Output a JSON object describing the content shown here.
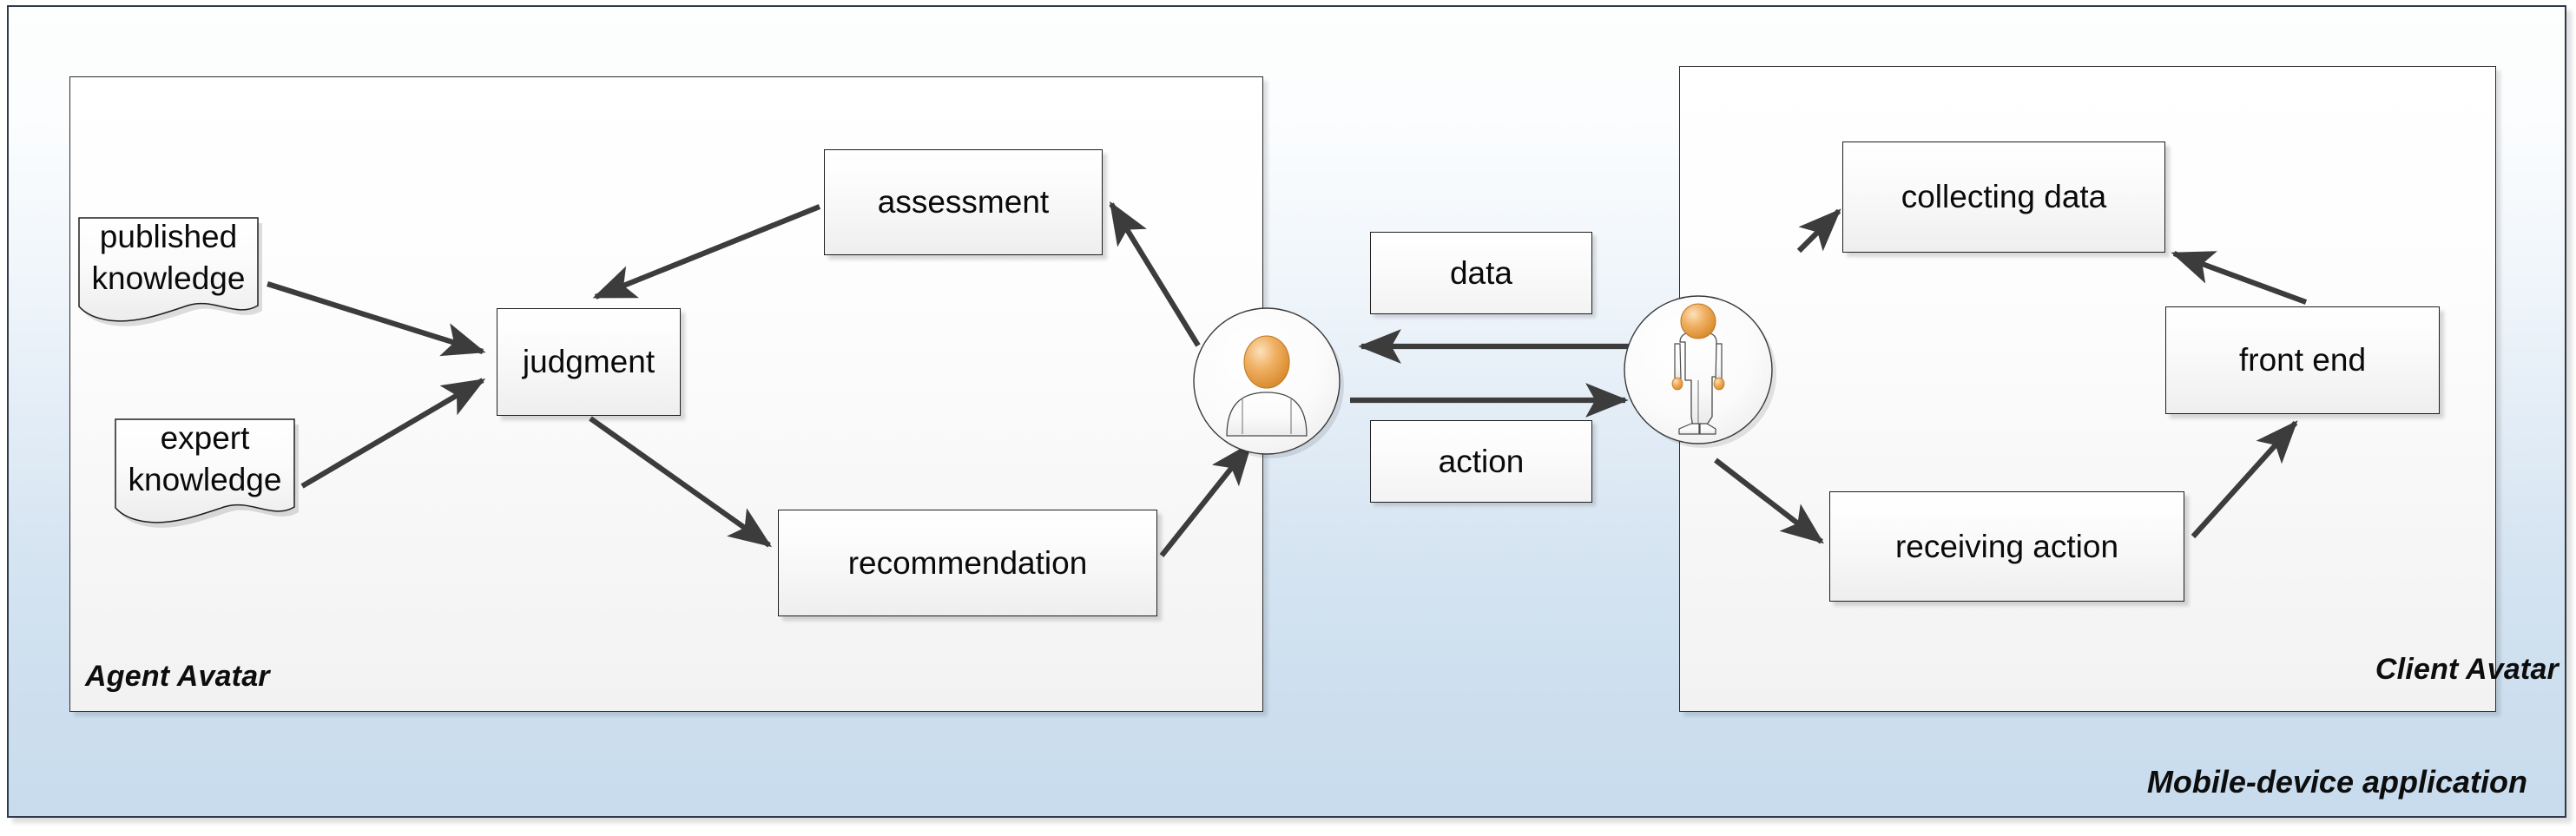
{
  "diagram": {
    "title": "Mobile-device application — Agent Avatar / Client Avatar",
    "outer_caption": "Mobile-device application",
    "accent_skin_color": "#e8a44c",
    "frame_border_color": "#2f3b4a",
    "background_top_color": "#fdfefe",
    "background_bottom_color": "#c8dcee"
  },
  "agent_panel": {
    "caption": "Agent Avatar",
    "documents": [
      {
        "id": "published-knowledge",
        "line1": "published",
        "line2": "knowledge"
      },
      {
        "id": "expert-knowledge",
        "line1": "expert",
        "line2": "knowledge"
      }
    ],
    "nodes": [
      {
        "id": "judgment",
        "label": "judgment"
      },
      {
        "id": "assessment",
        "label": "assessment"
      },
      {
        "id": "recommendation",
        "label": "recommendation"
      }
    ],
    "avatar": {
      "id": "agent-avatar",
      "icon": "user-bust-avatar-icon"
    }
  },
  "client_panel": {
    "caption": "Client Avatar",
    "nodes": [
      {
        "id": "collecting-data",
        "label": "collecting data"
      },
      {
        "id": "front-end",
        "label": "front end"
      },
      {
        "id": "receiving-action",
        "label": "receiving action"
      }
    ],
    "avatar": {
      "id": "client-avatar",
      "icon": "user-full-body-avatar-icon"
    }
  },
  "channel": {
    "labels": [
      {
        "id": "data-label",
        "text": "data",
        "direction": "client-to-agent"
      },
      {
        "id": "action-label",
        "text": "action",
        "direction": "agent-to-client"
      }
    ]
  },
  "edges": [
    {
      "from": "published-knowledge",
      "to": "judgment"
    },
    {
      "from": "expert-knowledge",
      "to": "judgment"
    },
    {
      "from": "assessment",
      "to": "judgment"
    },
    {
      "from": "judgment",
      "to": "recommendation"
    },
    {
      "from": "agent-avatar",
      "to": "assessment"
    },
    {
      "from": "recommendation",
      "to": "agent-avatar"
    },
    {
      "from": "client-avatar",
      "to": "agent-avatar",
      "label": "data"
    },
    {
      "from": "agent-avatar",
      "to": "client-avatar",
      "label": "action"
    },
    {
      "from": "client-avatar",
      "to": "collecting-data"
    },
    {
      "from": "collecting-data",
      "to": "front-end",
      "reversed": true
    },
    {
      "from": "front-end",
      "to": "collecting-data"
    },
    {
      "from": "client-avatar",
      "to": "receiving-action"
    },
    {
      "from": "receiving-action",
      "to": "front-end"
    }
  ]
}
